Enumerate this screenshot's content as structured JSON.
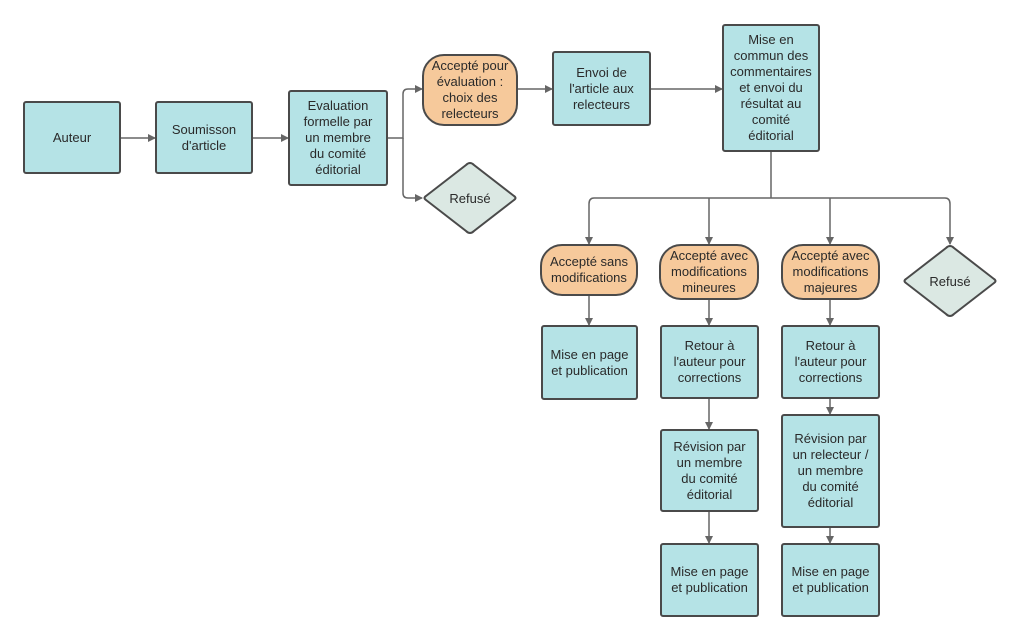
{
  "colors": {
    "process_fill": "#b5e3e6",
    "decision_fill": "#f6c99b",
    "rejected_fill": "#dbe8e3",
    "stroke": "#4a4a4a",
    "connector": "#666666"
  },
  "nodes": {
    "auteur": "Auteur",
    "soumission": "Soumisson\nd'article",
    "evaluation": "Evaluation\nformelle par\nun membre\ndu comité\néditorial",
    "accepte_eval": "Accepté pour\névaluation :\nchoix des\nrelecteurs",
    "refuse_1": "Refusé",
    "envoi": "Envoi de\nl'article aux\nrelecteurs",
    "mise_commun": "Mise en\ncommun des\ncommentaires\net envoi du\nrésultat au\ncomité\néditorial",
    "accepte_sans": "Accepté sans\nmodifications",
    "accepte_mineures": "Accepté avec\nmodifications\nmineures",
    "accepte_majeures": "Accepté avec\nmodifications\nmajeures",
    "refuse_2": "Refusé",
    "publication_1": "Mise en page\net publication",
    "retour_1": "Retour à\nl'auteur pour\ncorrections",
    "retour_2": "Retour à\nl'auteur pour\ncorrections",
    "revision_1": "Révision par\nun membre\ndu comité\néditorial",
    "revision_2": "Révision par\nun relecteur /\nun membre\ndu comité\néditorial",
    "publication_2": "Mise en page\net publication",
    "publication_3": "Mise en page\net publication"
  }
}
